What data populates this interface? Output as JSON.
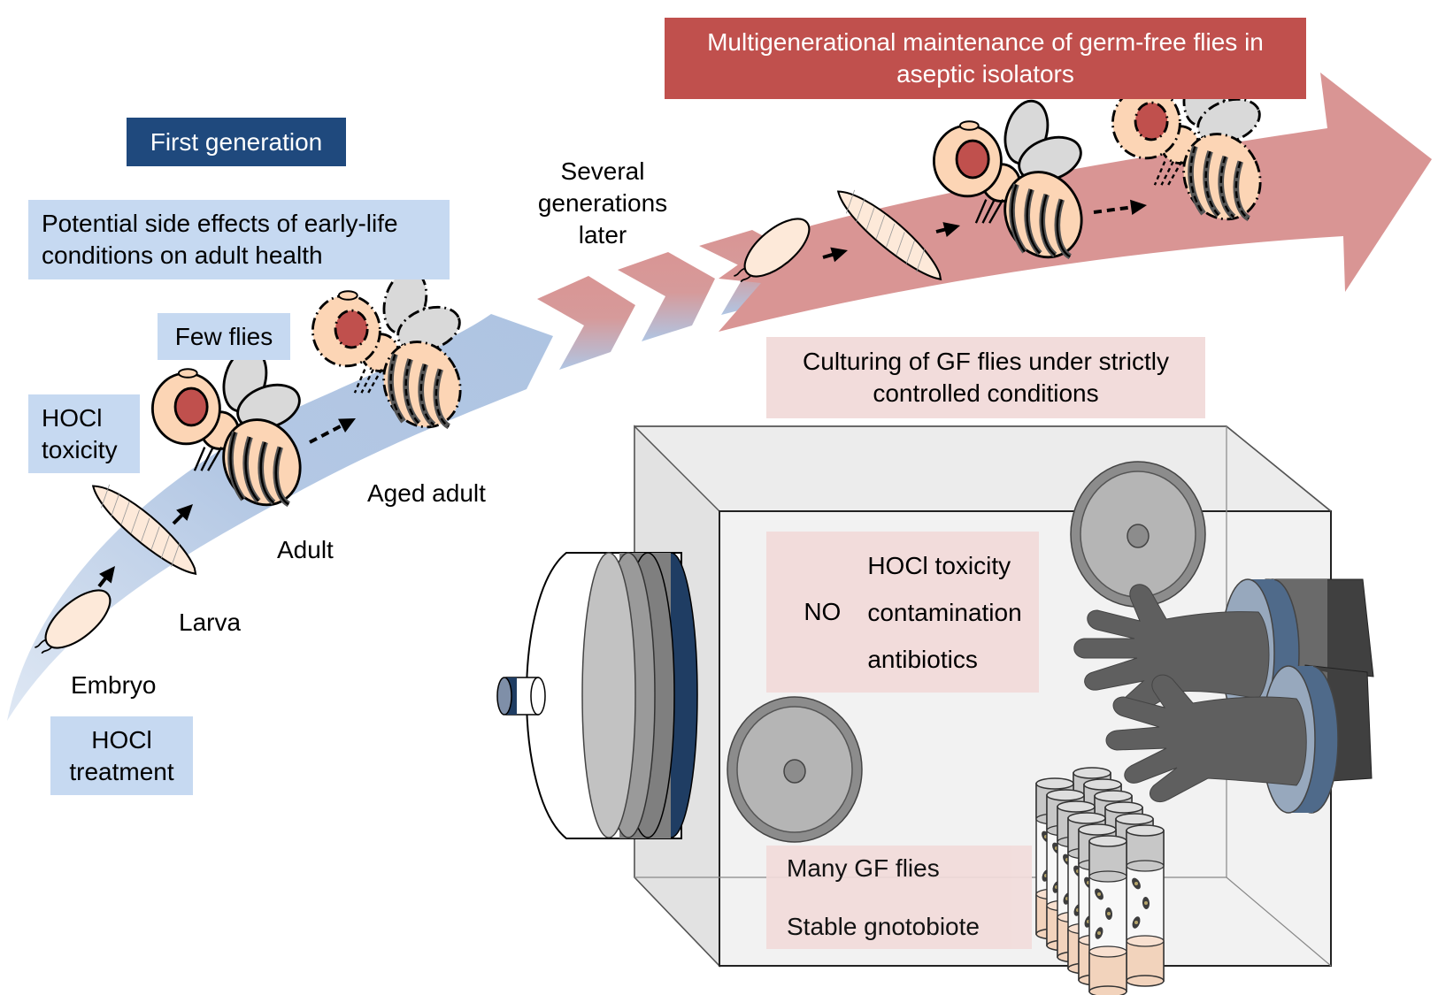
{
  "header": {
    "first_generation": "First generation",
    "multigenerational": [
      "Multigenerational maintenance of germ-free flies in",
      "aseptic isolators"
    ]
  },
  "first_generation_notes": {
    "side_effects": [
      "Potential side effects of early-life",
      "conditions on adult health"
    ],
    "few_flies": "Few flies",
    "hocl_toxicity": [
      "HOCl",
      "toxicity"
    ],
    "hocl_treatment": [
      "HOCl",
      "treatment"
    ]
  },
  "stages": {
    "embryo": "Embryo",
    "larva": "Larva",
    "adult": "Adult",
    "aged_adult": "Aged adult"
  },
  "transition": [
    "Several",
    "generations",
    "later"
  ],
  "isolator": {
    "caption": [
      "Culturing of GF flies under strictly",
      "controlled conditions"
    ],
    "no_label": "NO",
    "no_items": [
      "HOCl toxicity",
      "contamination",
      "antibiotics"
    ],
    "benefits": [
      "Many GF flies",
      "Stable gnotobiote"
    ]
  },
  "colors": {
    "first_gen_box": "#1f497d",
    "light_blue_box": "#c6d9f1",
    "multigen_box": "#c0504d",
    "pink_box": "#f2dcdb",
    "blue_arrow": "#b4c8e4",
    "red_arrow": "#d99594",
    "fly_body": "#fcd5b5",
    "fly_eye": "#c0504d",
    "fly_wing": "#d9d9d9",
    "glove": "#5f5f5f",
    "port_ring": "#4f6a8a"
  }
}
